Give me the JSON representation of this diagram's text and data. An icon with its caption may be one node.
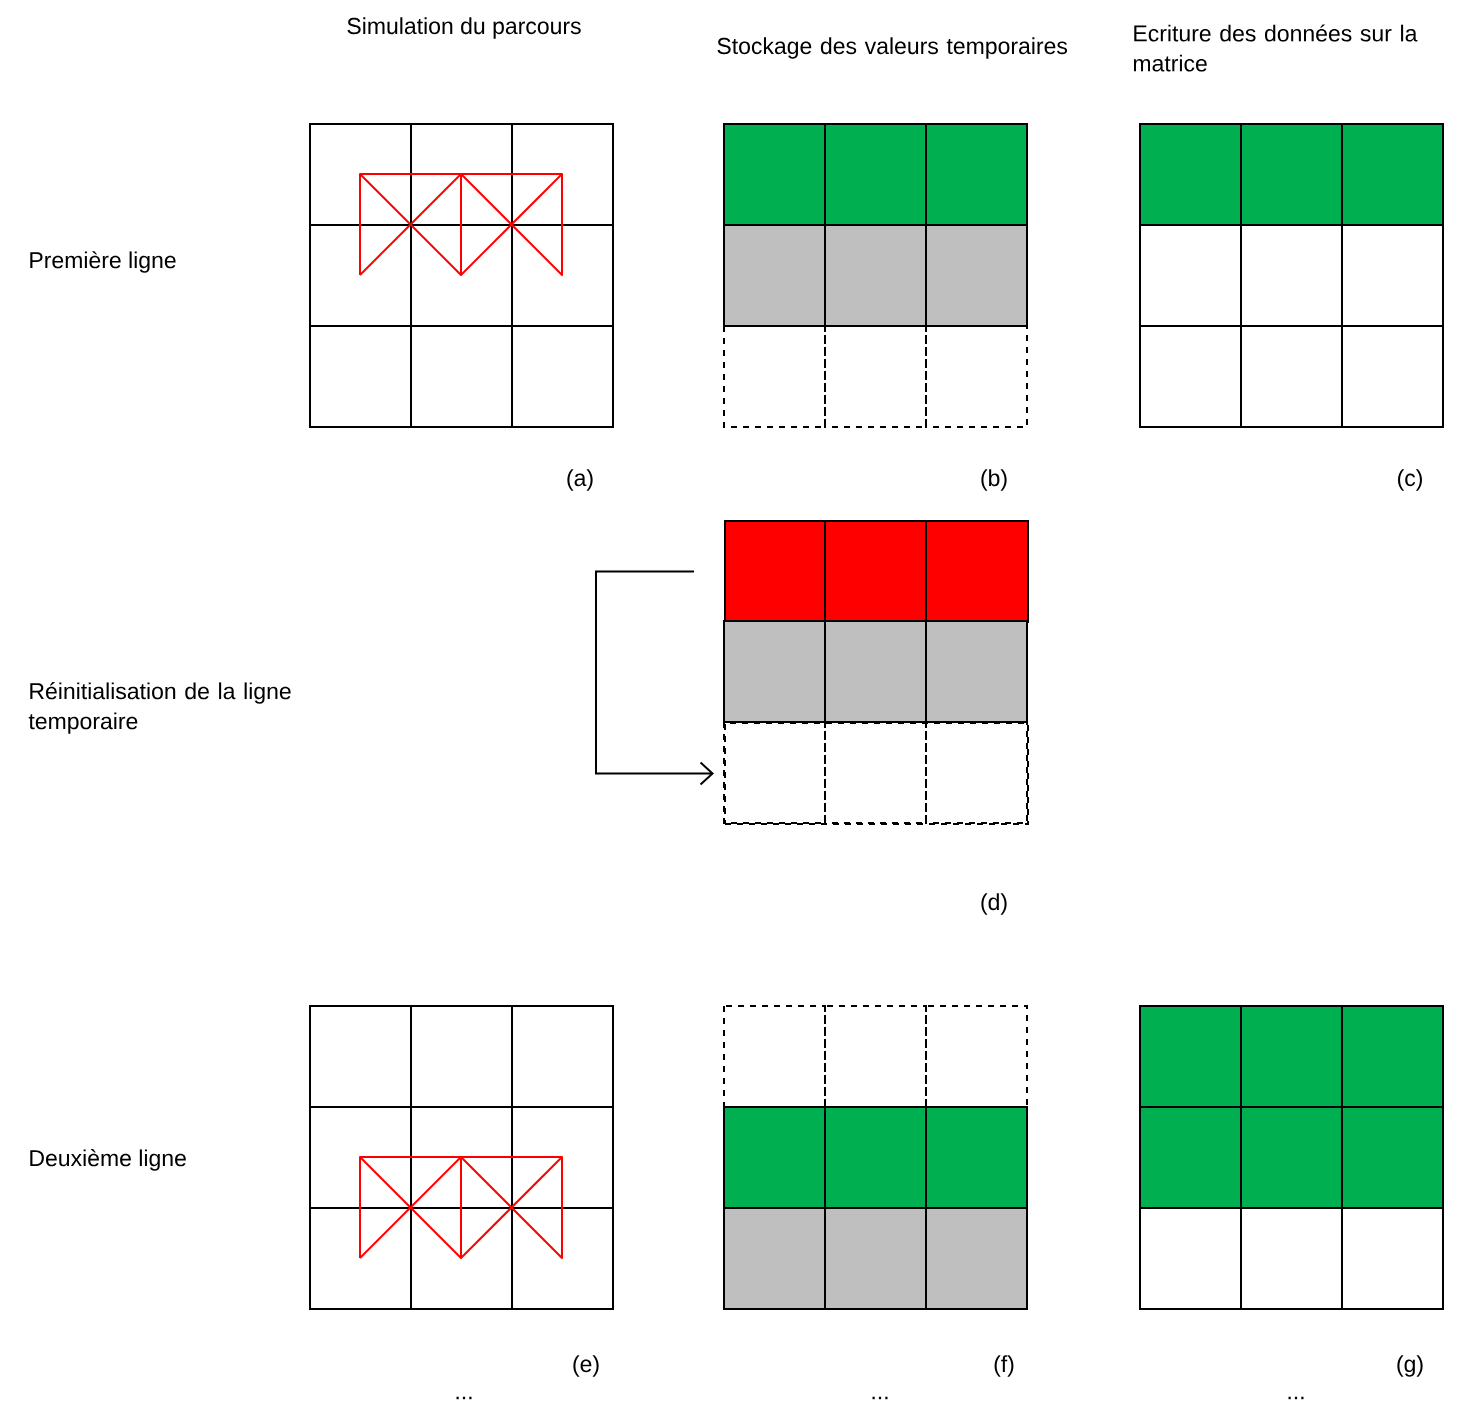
{
  "diagram": {
    "nodes": [
      {
        "text": [],
        "shape": "box"
      },
      {
        "text": [],
        "shape": "box"
      }
    ],
    "edges": [
      {
        "from": 0,
        "to": 1,
        "arrow": "to"
      }
    ],
    "labels": [
      "Simulation du parcours",
      "Stockage des valeurs temporaires",
      "Ecriture des données sur la matrice",
      "Première ligne",
      "(a)",
      "(b)",
      "(c)",
      "Réinitialisation de la ligne temporaire",
      "(d)",
      "Deuxième ligne",
      "(e)",
      "(f)",
      "(g)",
      "...",
      "...",
      "..."
    ]
  }
}
